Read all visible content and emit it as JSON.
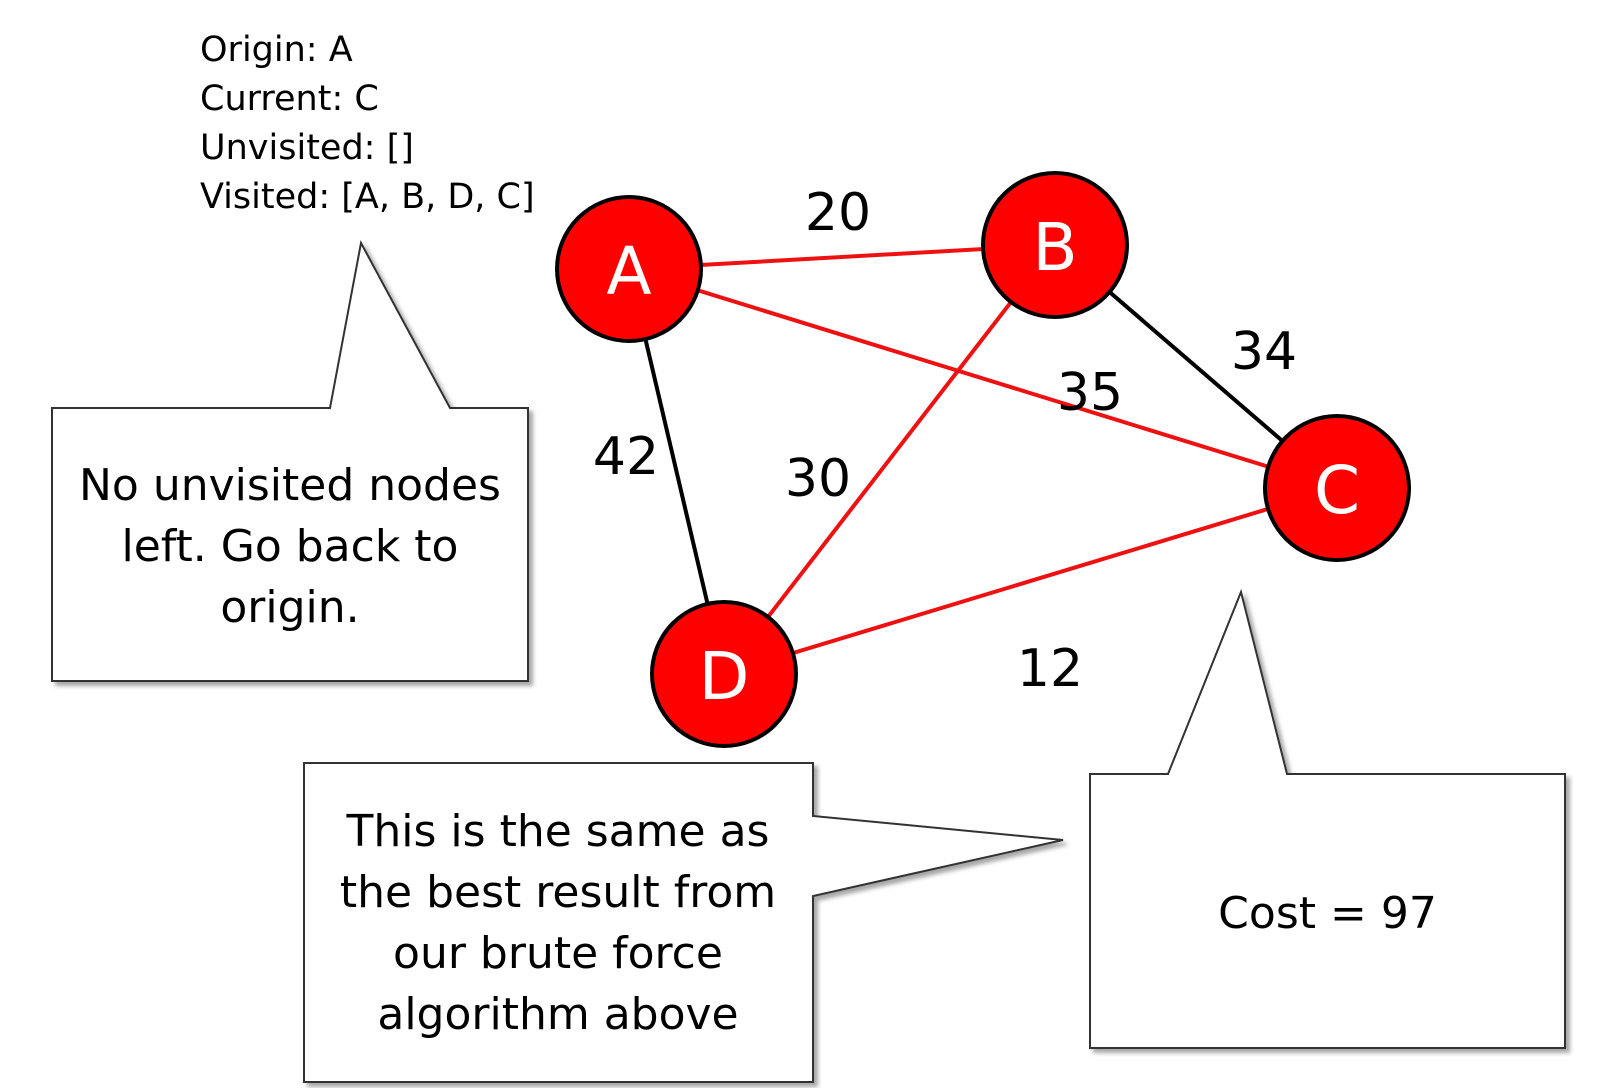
{
  "state": {
    "origin": "Origin: A",
    "current": "Current: C",
    "unvisited": "Unvisited: []",
    "visited": "Visited: [A, B, D, C]"
  },
  "graph": {
    "nodes": [
      {
        "id": "A",
        "label": "A",
        "visited": true
      },
      {
        "id": "B",
        "label": "B",
        "visited": true
      },
      {
        "id": "C",
        "label": "C",
        "visited": true
      },
      {
        "id": "D",
        "label": "D",
        "visited": true
      }
    ],
    "edges": [
      {
        "from": "A",
        "to": "B",
        "weight": "20",
        "in_tour": true
      },
      {
        "from": "B",
        "to": "C",
        "weight": "34",
        "in_tour": false
      },
      {
        "from": "A",
        "to": "C",
        "weight": "35",
        "in_tour": true
      },
      {
        "from": "A",
        "to": "D",
        "weight": "42",
        "in_tour": false
      },
      {
        "from": "B",
        "to": "D",
        "weight": "30",
        "in_tour": true
      },
      {
        "from": "C",
        "to": "D",
        "weight": "12",
        "in_tour": true
      }
    ],
    "colors": {
      "node_fill": "#ff0000",
      "node_stroke": "#000000",
      "tour_edge": "#ee1111",
      "other_edge": "#000000"
    }
  },
  "callouts": {
    "no_unvisited": "No unvisited nodes left. Go back to origin.",
    "same_as_best": "This is the same as the best result from our brute force algorithm above",
    "cost": "Cost = 97"
  }
}
